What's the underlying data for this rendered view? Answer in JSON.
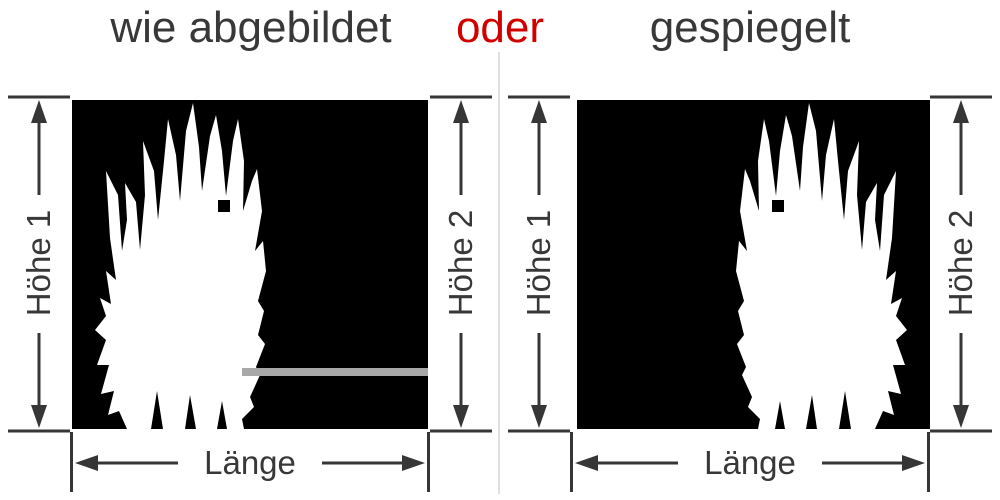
{
  "title": {
    "as_shown": "wie abgebildet",
    "or": "oder",
    "mirrored": "gespiegelt"
  },
  "panels": [
    {
      "id": "wie-abgebildet",
      "mirrored": false,
      "height1_label": "Höhe 1",
      "height2_label": "Höhe 2",
      "length_label": "Länge"
    },
    {
      "id": "gespiegelt",
      "mirrored": true,
      "height1_label": "Höhe 1",
      "height2_label": "Höhe 2",
      "length_label": "Länge"
    }
  ],
  "colors": {
    "accent_red": "#d10000",
    "text_dark": "#383838",
    "dimension_line": "#363636",
    "panel_background": "#000000",
    "decal_white": "#ffffff",
    "divider_gray": "#e0e0e0",
    "band_gray": "#a8a8a8",
    "page_background": "#ffffff"
  },
  "icons": {
    "arrow_up": "arrowhead-up",
    "arrow_down": "arrowhead-down",
    "arrow_left": "arrowhead-left",
    "arrow_right": "arrowhead-right"
  }
}
